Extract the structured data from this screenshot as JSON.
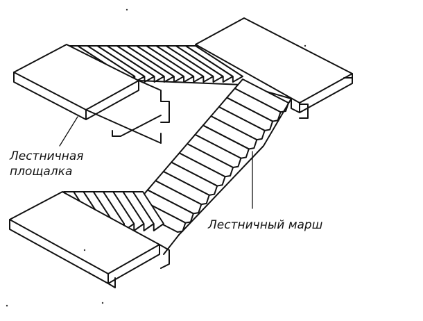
{
  "labels": {
    "landing_line1": "Лестничная",
    "landing_line2": "площалка",
    "flight": "Лестничный марш"
  }
}
